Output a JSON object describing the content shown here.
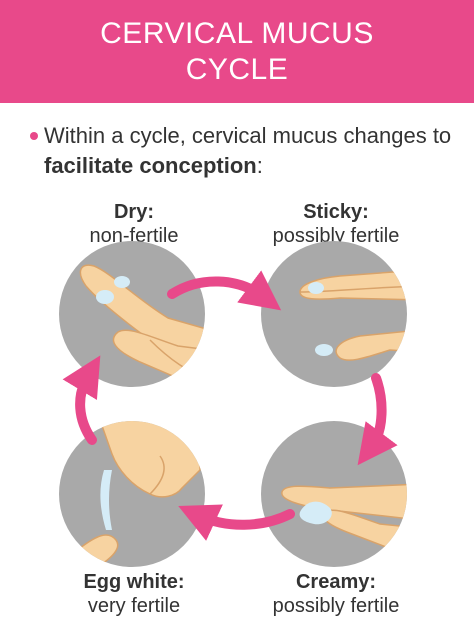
{
  "header": {
    "title_line1": "CERVICAL MUCUS",
    "title_line2": "CYCLE"
  },
  "intro": {
    "text_before": "Within a cycle, cervical mucus changes to ",
    "text_bold": "facilitate conception",
    "text_after": ":"
  },
  "stages": [
    {
      "title": "Dry:",
      "subtitle": "non-fertile"
    },
    {
      "title": "Sticky:",
      "subtitle": "possibly fertile"
    },
    {
      "title": "Creamy:",
      "subtitle": "possibly fertile"
    },
    {
      "title": "Egg white:",
      "subtitle": "very fertile"
    }
  ],
  "colors": {
    "accent": "#e8498a",
    "circle": "#a9a9a9",
    "skin": "#f7d3a1",
    "mucus": "#d5ecf7"
  }
}
